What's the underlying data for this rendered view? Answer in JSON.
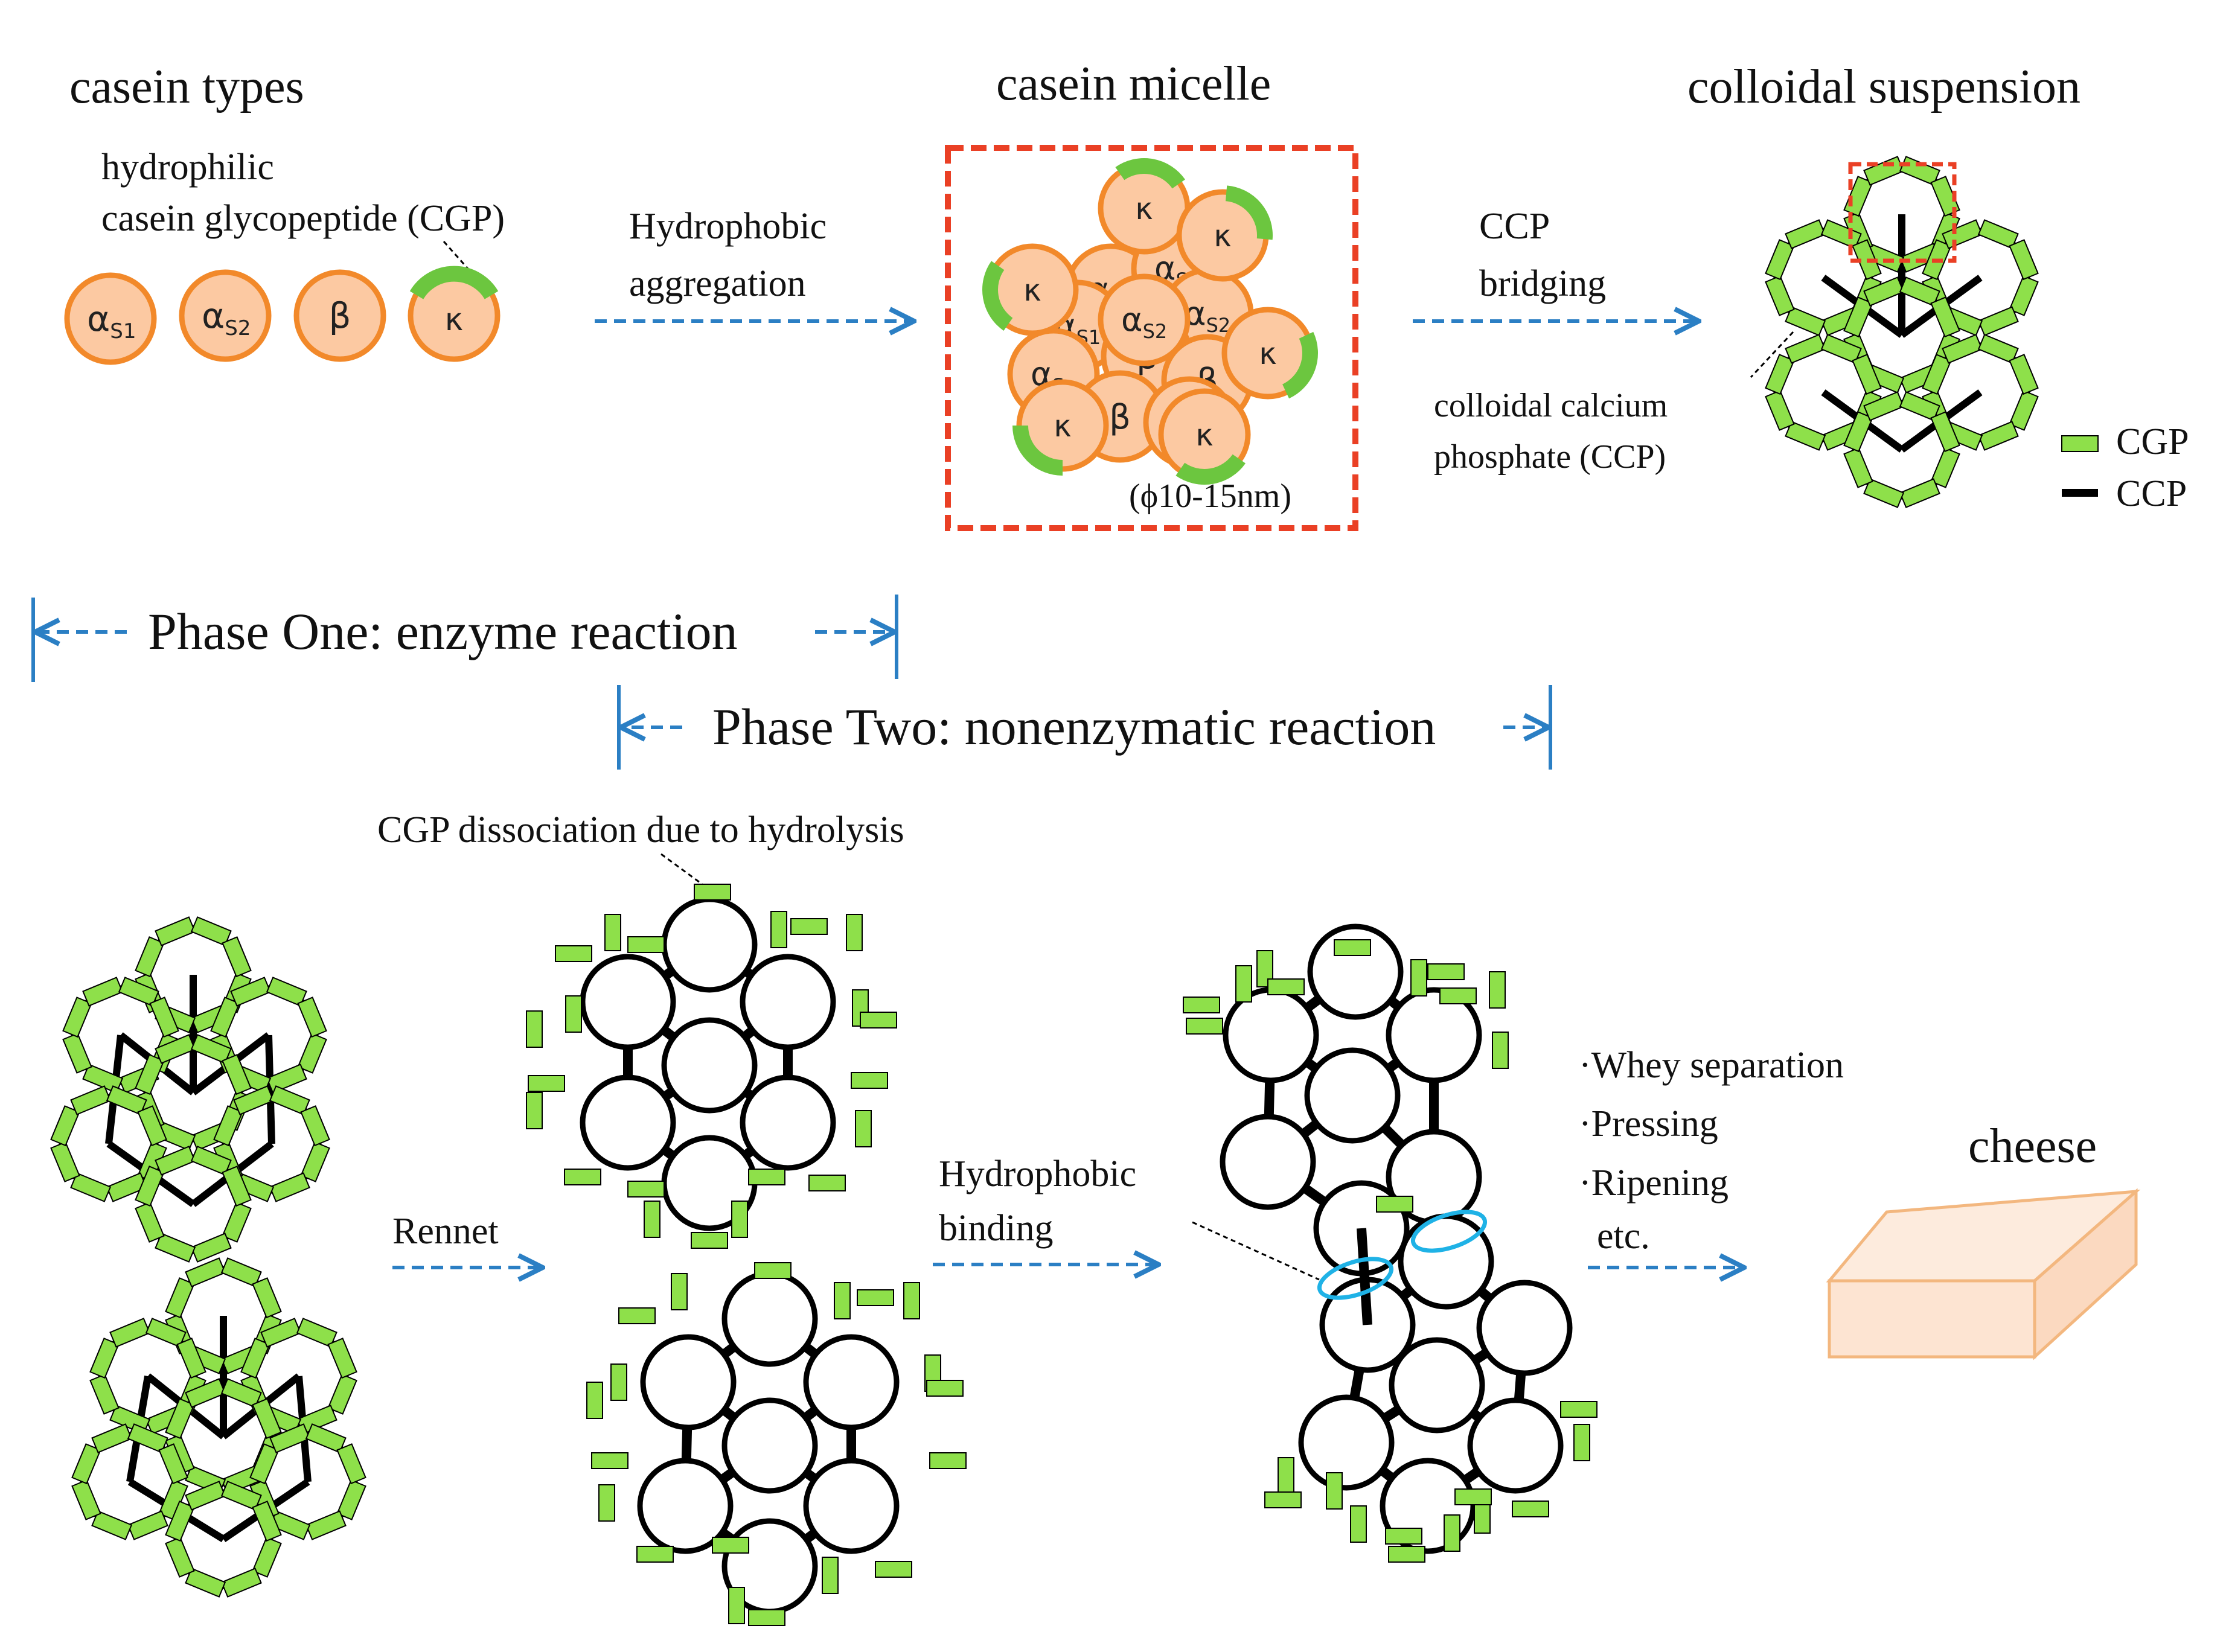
{
  "titles": {
    "casein_types": "casein types",
    "casein_micelle": "casein micelle",
    "colloidal_suspension": "colloidal suspension",
    "cheese": "cheese"
  },
  "annotations": {
    "cgp_line1": "hydrophilic",
    "cgp_line2": "casein glycopeptide (CGP)",
    "micelle_size": "(ϕ10-15nm)",
    "ccp_line1": "colloidal calcium",
    "ccp_line2": "phosphate (CCP)",
    "dissociation": "CGP dissociation due to hydrolysis"
  },
  "arrows": {
    "hydrophobic_aggregation_1": "Hydrophobic",
    "hydrophobic_aggregation_2": "aggregation",
    "ccp_bridging_1": "CCP",
    "ccp_bridging_2": "bridging",
    "rennet": "Rennet",
    "hydrophobic_binding_1": "Hydrophobic",
    "hydrophobic_binding_2": "binding"
  },
  "casein_type_labels": [
    "α",
    "α",
    "β",
    "κ"
  ],
  "casein_type_subscripts": [
    "S1",
    "S2",
    "",
    ""
  ],
  "micelle_labels": {
    "kappa": "κ",
    "beta": "β",
    "alpha": "α",
    "s1": "S1",
    "s2": "S2"
  },
  "legend": {
    "cgp": "CGP",
    "ccp": "CCP"
  },
  "phases": {
    "one": "Phase One: enzyme reaction",
    "two": "Phase Two: nonenzymatic reaction"
  },
  "steps": [
    "·Whey separation",
    "·Pressing",
    "·Ripening",
    "etc."
  ],
  "colors": {
    "casein_fill": "#fcc9a2",
    "casein_stroke": "#f2892a",
    "cgp_green": "#8ee04a",
    "ccp_black": "#000000",
    "arrow_blue": "#2b7fc4",
    "frame_red": "#ea4025",
    "highlight_cyan": "#1fb2e6",
    "cheese_fill": "#fde4d2",
    "cheese_stroke": "#f3b77f"
  }
}
